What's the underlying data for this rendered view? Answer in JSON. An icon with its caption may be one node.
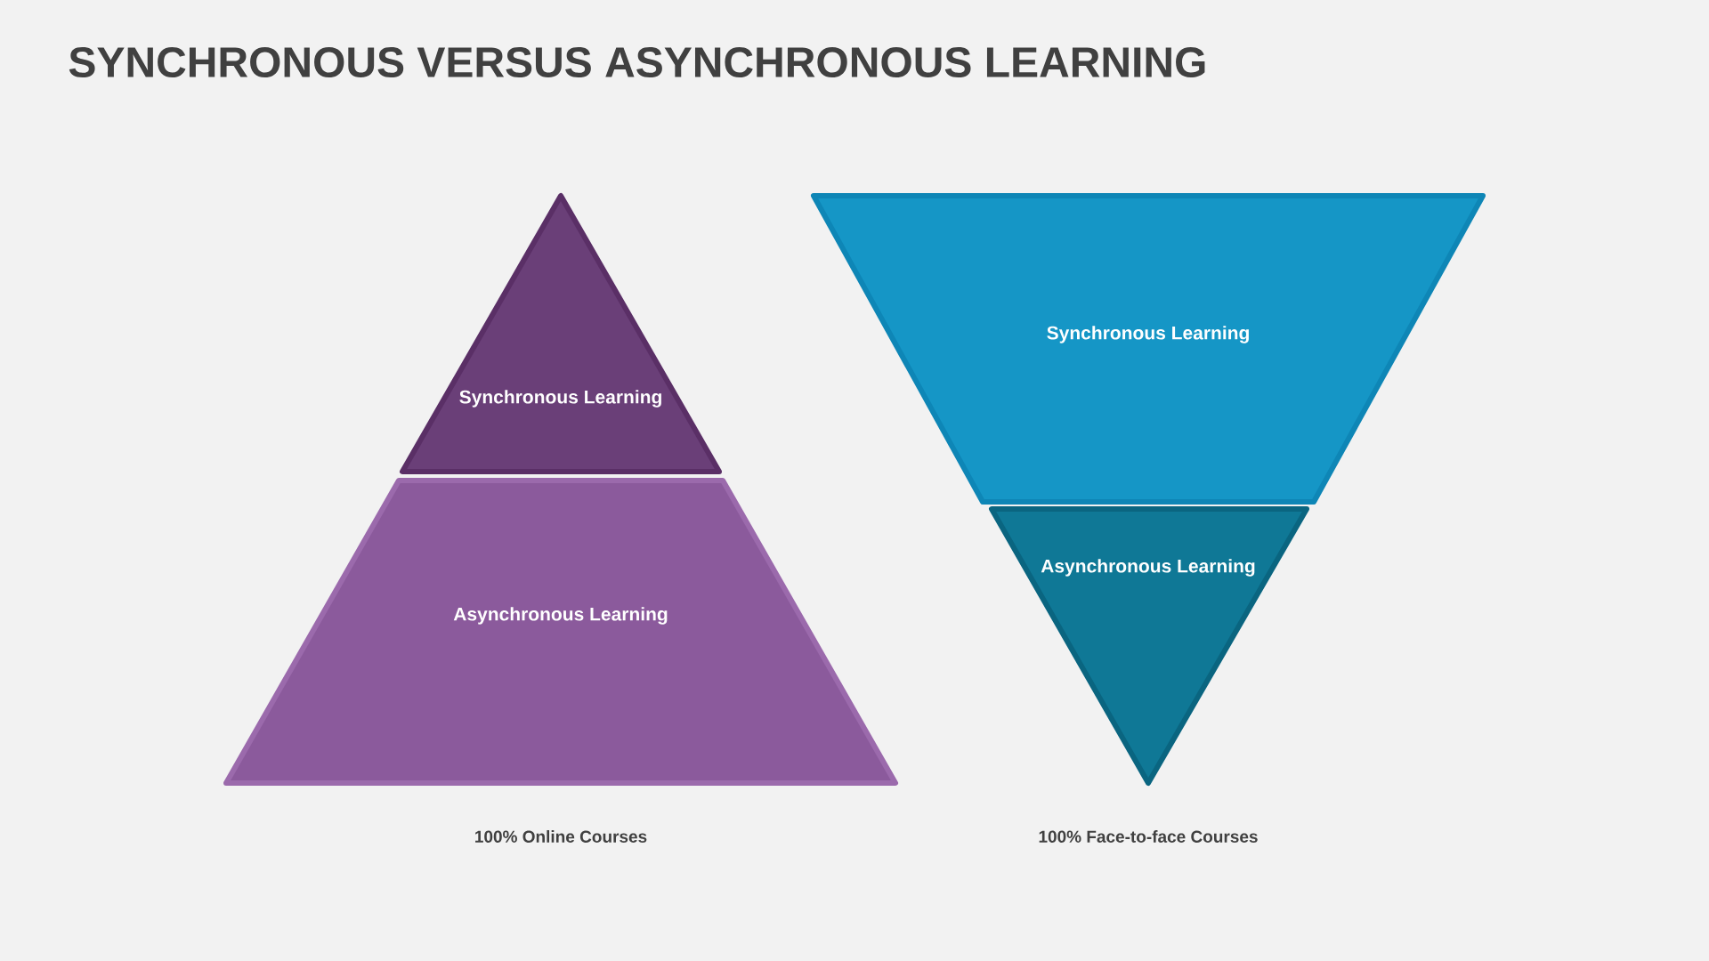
{
  "diagram": {
    "title": "SYNCHRONOUS VERSUS ASYNCHRONOUS LEARNING",
    "nodes": [
      {
        "text": [
          "Synchronous Learning"
        ]
      },
      {
        "text": [
          "Asynchronous Learning"
        ]
      },
      {
        "text": [
          "Synchronous Learning"
        ]
      },
      {
        "text": [
          "Asynchronous Learning"
        ]
      }
    ],
    "labels": [
      "100% Online Courses",
      "100% Face-to-face Courses"
    ]
  }
}
